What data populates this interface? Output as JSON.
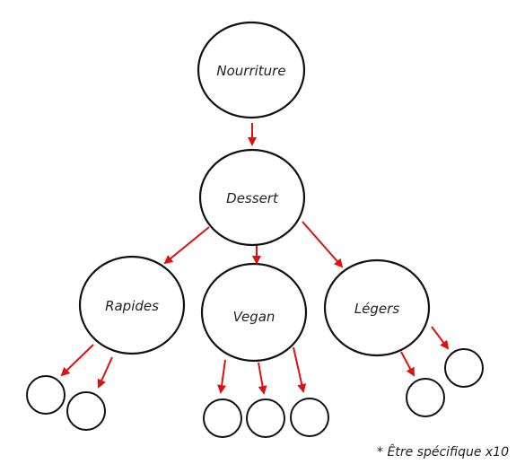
{
  "diagram": {
    "root": "Nourriture",
    "child": "Dessert",
    "categories": [
      "Rapides",
      "Vegan",
      "Légers"
    ],
    "note": "* Être spécifique x10"
  },
  "colors": {
    "arrow": "#dd1111",
    "outline": "#111111"
  }
}
